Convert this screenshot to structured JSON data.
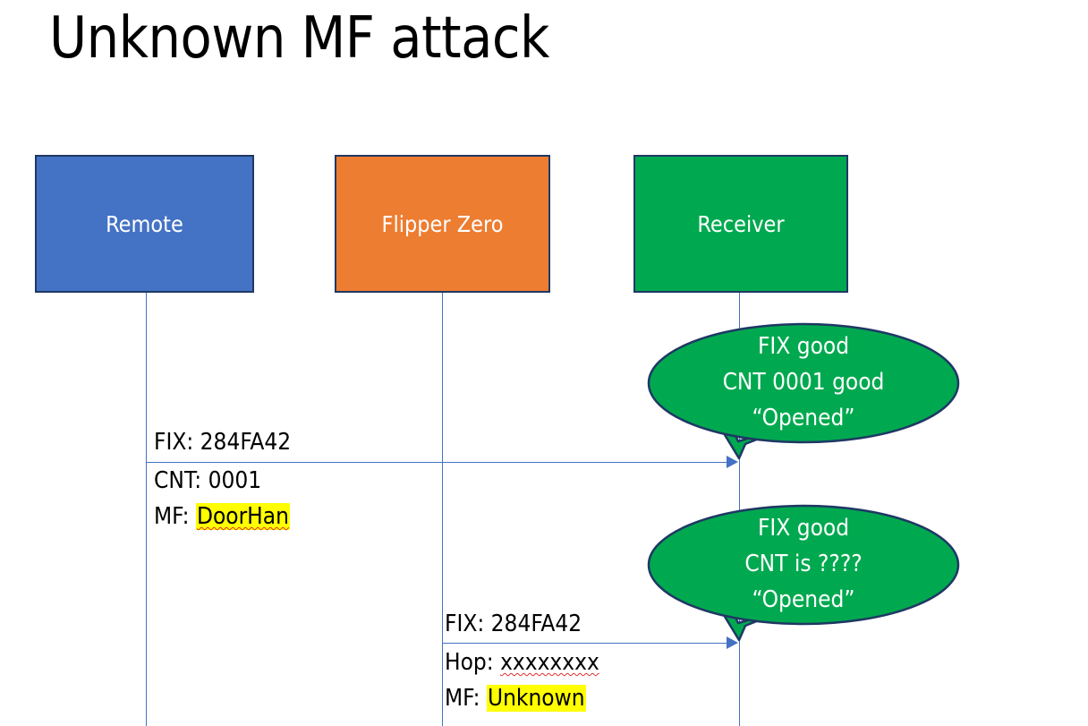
{
  "slide": {
    "title": "Unknown MF attack",
    "background": "#FFFFFF"
  },
  "colors": {
    "remote": "#4472C4",
    "flipper": "#ED7D31",
    "receiver": "#00A94F",
    "box_border": "#1F3864",
    "lifeline": "#4472C4",
    "arrow": "#4472C4",
    "highlight": "#FFFF00",
    "spellcheck_underline": "#E03030",
    "bubble_fill": "#00A94F",
    "bubble_border": "#1F3864",
    "bubble_text": "#FFFFFF",
    "text": "#000000"
  },
  "actors": [
    {
      "id": "remote",
      "label": "Remote"
    },
    {
      "id": "flipper",
      "label": "Flipper Zero"
    },
    {
      "id": "receiver",
      "label": "Receiver"
    }
  ],
  "messages": [
    {
      "id": "msg-1",
      "from": "remote",
      "to": "receiver",
      "label_above": "FIX: 284FA42",
      "label_below_1": "CNT: 0001",
      "label_below_2_prefix": "MF: ",
      "label_below_2_value": "DoorHan"
    },
    {
      "id": "msg-2",
      "from": "flipper",
      "to": "receiver",
      "label_above": "FIX: 284FA42",
      "label_below_1_prefix": "Hop: ",
      "label_below_1_value": "xxxxxxxx",
      "label_below_2_prefix": "MF: ",
      "label_below_2_value": "Unknown"
    }
  ],
  "bubbles": [
    {
      "id": "bubble-1",
      "owner": "receiver",
      "line1": "FIX good",
      "line2": "CNT 0001 good",
      "line3": "“Opened”"
    },
    {
      "id": "bubble-2",
      "owner": "receiver",
      "line1": "FIX good",
      "line2": "CNT is ????",
      "line3": "“Opened”"
    }
  ]
}
